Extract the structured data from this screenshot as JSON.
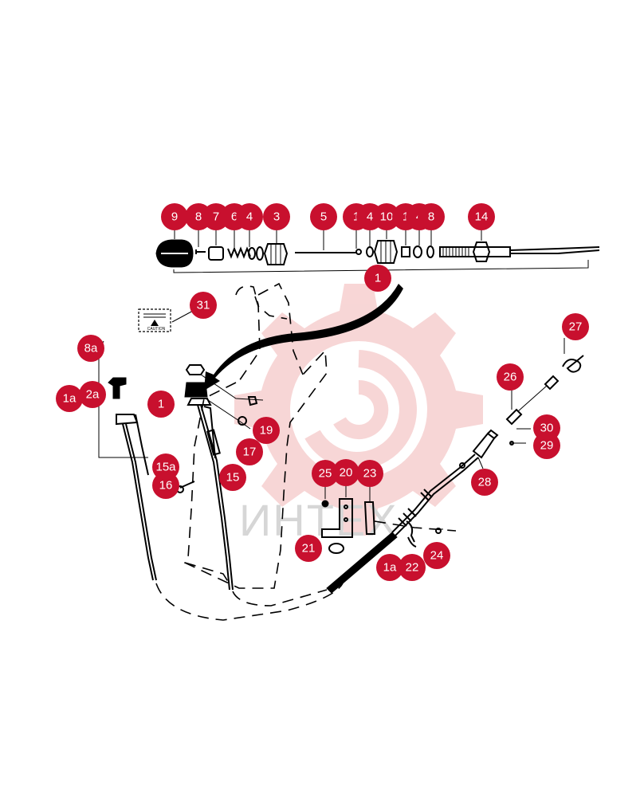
{
  "watermark": {
    "text": "ИНТЕХ",
    "color": "#f2b5b5"
  },
  "callout_color": "#c8102e",
  "decal": {
    "text": "CAUTION"
  },
  "callouts": [
    "9",
    "8",
    "7",
    "6",
    "4",
    "3",
    "5",
    "1",
    "4",
    "10",
    "1",
    "4",
    "8",
    "14",
    "1",
    "31",
    "8a",
    "2a",
    "1a",
    "1",
    "19",
    "17",
    "15",
    "15a",
    "16",
    "25",
    "20",
    "23",
    "21",
    "1a",
    "22",
    "24",
    "27",
    "26",
    "30",
    "29",
    "28"
  ]
}
